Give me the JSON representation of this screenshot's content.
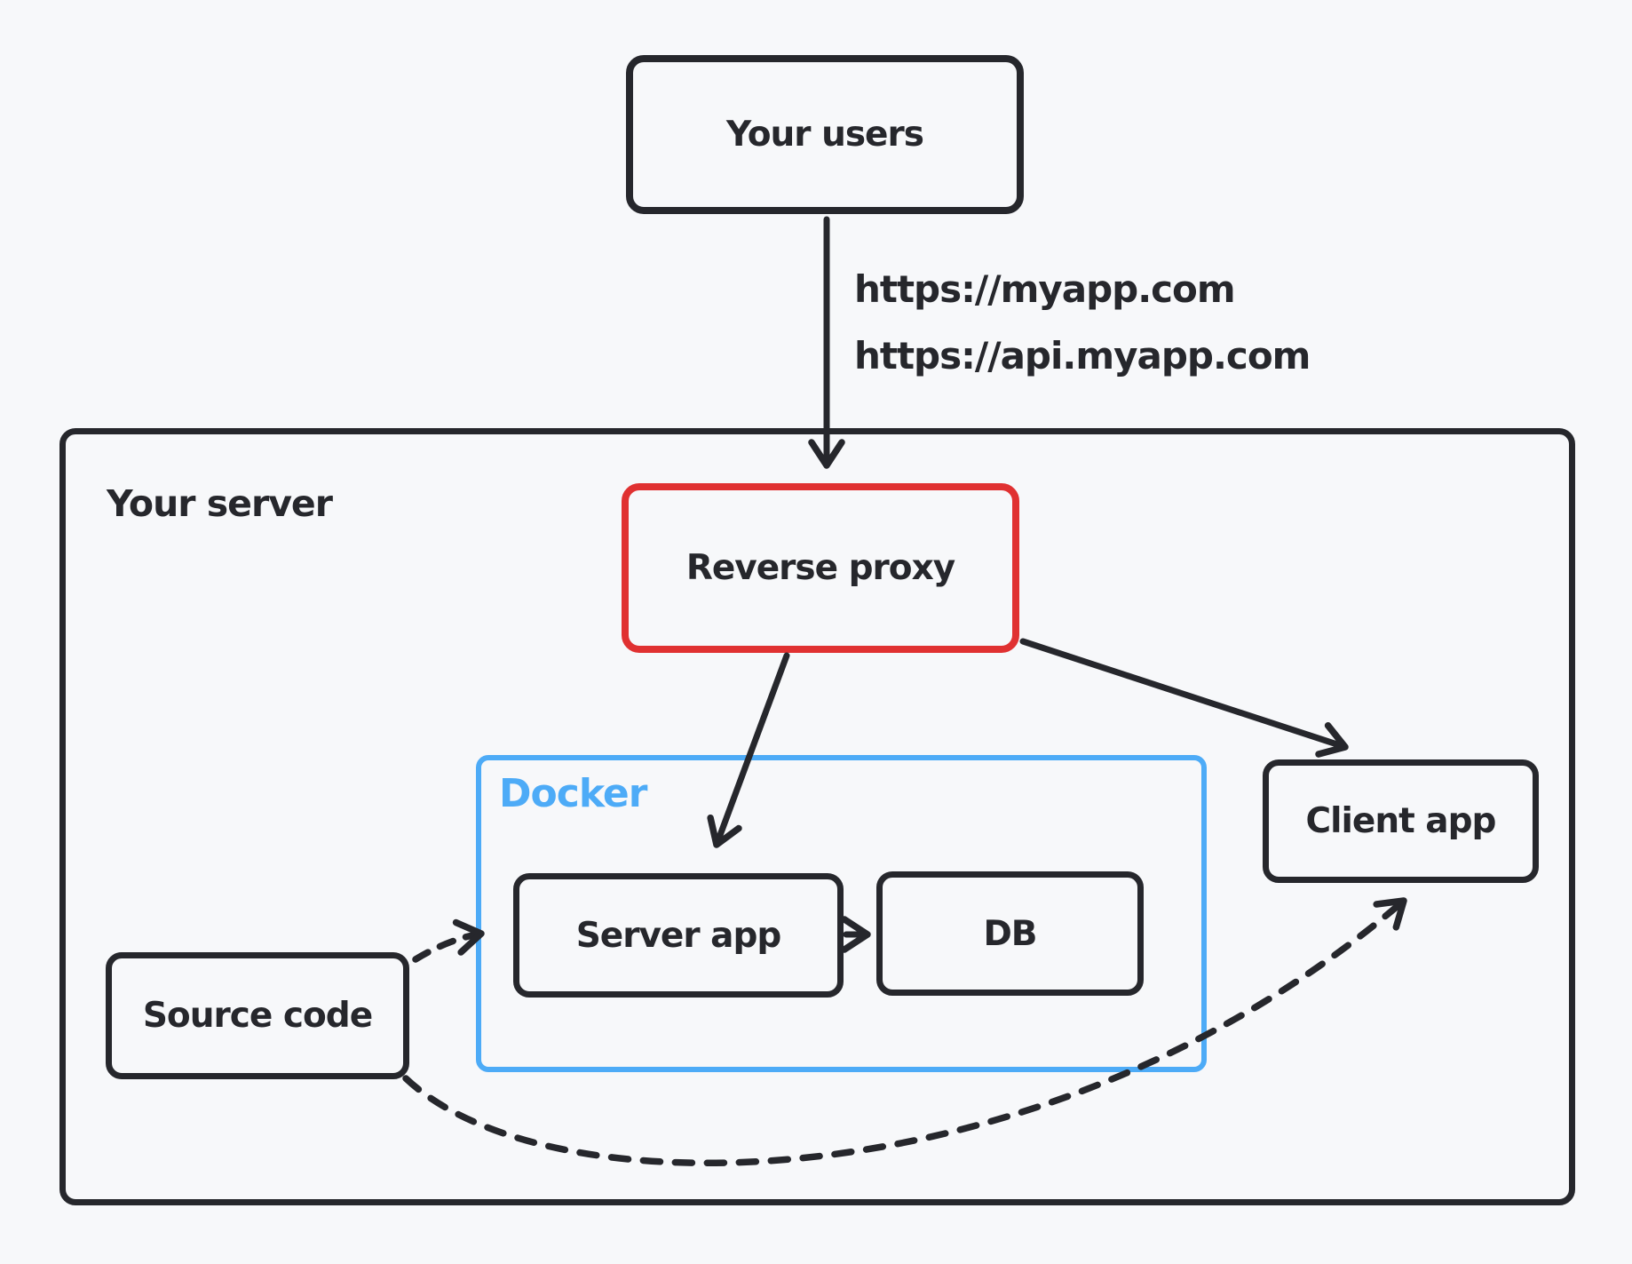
{
  "colors": {
    "background": "#f7f8fa",
    "ink": "#26272c",
    "red": "#e03131",
    "blue": "#4dabf7"
  },
  "nodes": {
    "users": {
      "label": "Your users"
    },
    "server": {
      "label": "Your server"
    },
    "reverse_proxy": {
      "label": "Reverse proxy"
    },
    "docker": {
      "label": "Docker"
    },
    "server_app": {
      "label": "Server app"
    },
    "db": {
      "label": "DB"
    },
    "client_app": {
      "label": "Client app"
    },
    "source_code": {
      "label": "Source code"
    }
  },
  "edge_labels": {
    "url_primary": "https://myapp.com",
    "url_api": "https://api.myapp.com"
  },
  "edges": [
    {
      "from": "Your users",
      "to": "Reverse proxy",
      "style": "solid",
      "labels": [
        "https://myapp.com",
        "https://api.myapp.com"
      ]
    },
    {
      "from": "Reverse proxy",
      "to": "Server app",
      "style": "solid"
    },
    {
      "from": "Reverse proxy",
      "to": "Client app",
      "style": "solid"
    },
    {
      "from": "Server app",
      "to": "DB",
      "style": "solid"
    },
    {
      "from": "Source code",
      "to": "Server app",
      "style": "dashed"
    },
    {
      "from": "Source code",
      "to": "Client app",
      "style": "dashed"
    }
  ]
}
